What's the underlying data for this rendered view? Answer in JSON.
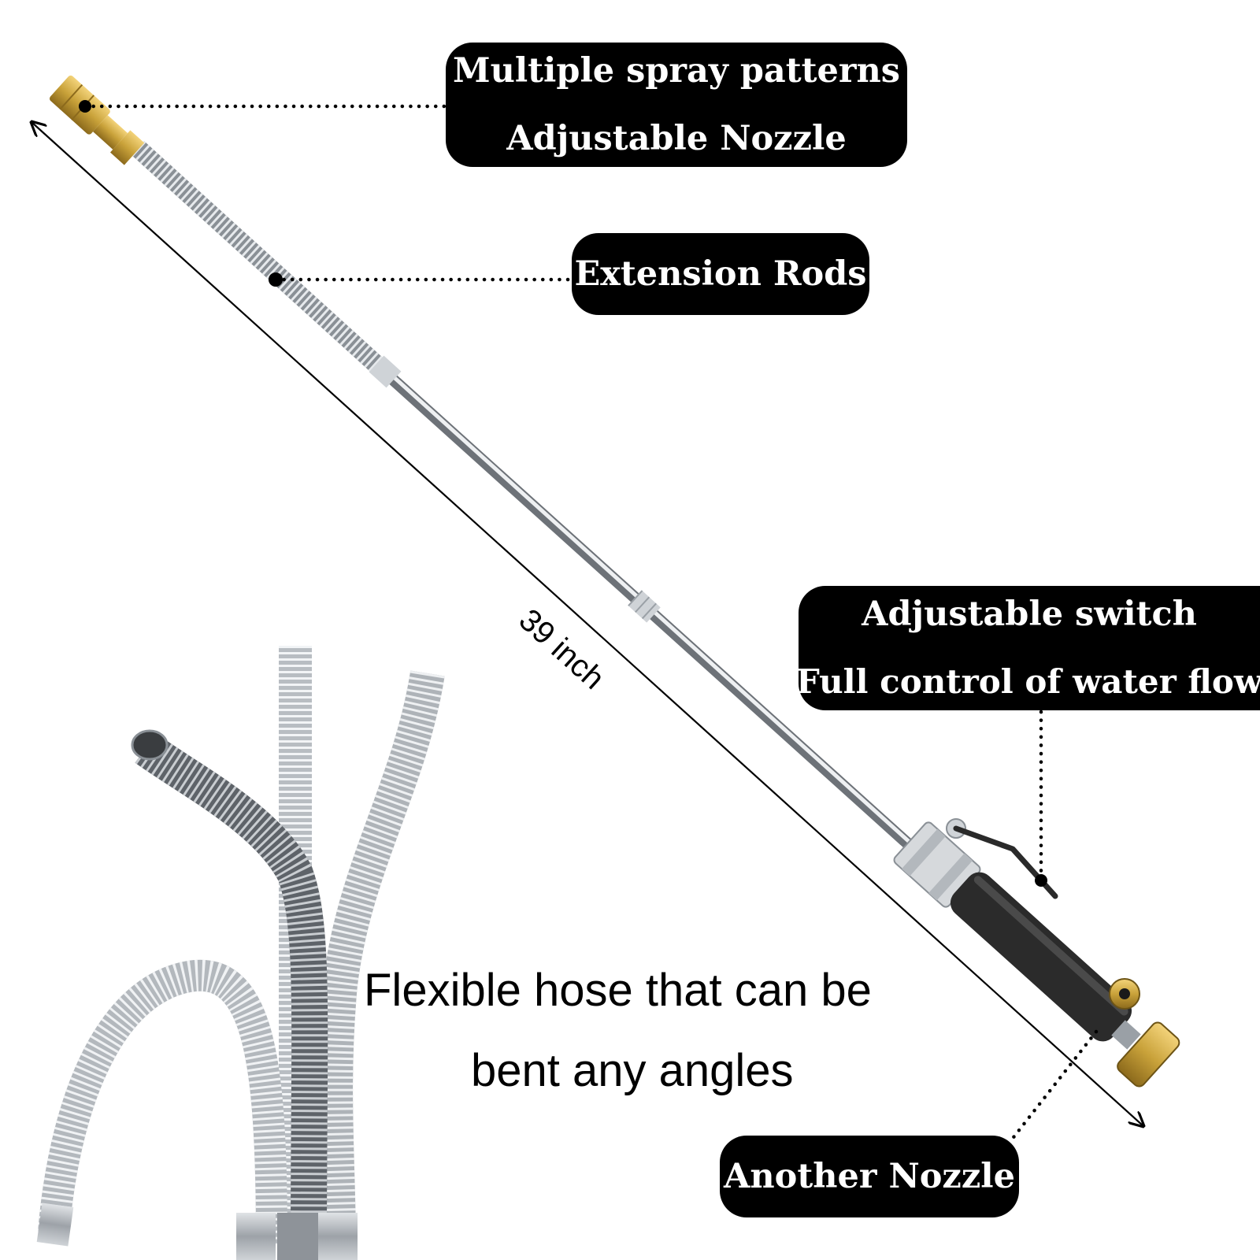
{
  "callouts": {
    "nozzle": {
      "line1": "Multiple spray patterns",
      "line2": "Adjustable Nozzle"
    },
    "rods": {
      "line1": "Extension Rods"
    },
    "switch": {
      "line1": "Adjustable switch",
      "line2": "Full control of water flow"
    },
    "another": {
      "line1": "Another Nozzle"
    }
  },
  "dimension": {
    "label": "39 inch"
  },
  "caption": {
    "line1": "Flexible hose that can be",
    "line2": "bent any angles"
  },
  "colors": {
    "background": "#ffffff",
    "callout_bg": "#000000",
    "callout_text": "#ffffff",
    "brass": "#c9a23a",
    "steel": "#b9bec4",
    "grip": "#2b2b2b"
  }
}
